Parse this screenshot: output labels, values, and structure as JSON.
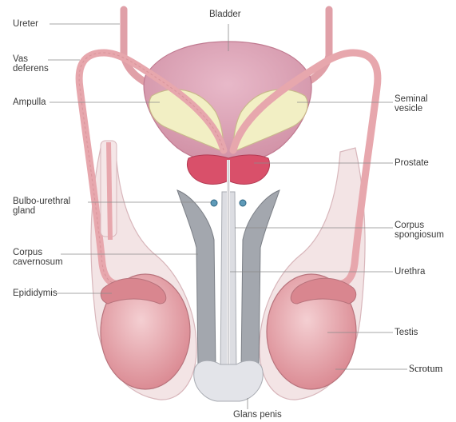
{
  "labels": {
    "ureter": "Ureter",
    "bladder": "Bladder",
    "vas_deferens_1": "Vas",
    "vas_deferens_2": "deferens",
    "ampulla": "Ampulla",
    "seminal_vesicle_1": "Seminal",
    "seminal_vesicle_2": "vesicle",
    "prostate": "Prostate",
    "bulbo_urethral_1": "Bulbo-urethral",
    "bulbo_urethral_2": "gland",
    "corpus_spongiosum_1": "Corpus",
    "corpus_spongiosum_2": "spongiosum",
    "corpus_cavernosum_1": "Corpus",
    "corpus_cavernosum_2": "cavernosum",
    "urethra": "Urethra",
    "epididymis": "Epididymis",
    "testis": "Testis",
    "scrotum": "Scrotum",
    "glans_penis": "Glans penis"
  },
  "colors": {
    "tube_pink": "#e7a7ad",
    "tube_outline": "#c97f88",
    "bladder": "#dba3b6",
    "seminal_vesicle": "#f2efc4",
    "prostate": "#d9506a",
    "cavernosum": "#9a9ea6",
    "spongiosum": "#dcdde2",
    "testis": "#e7a5ad",
    "gland": "#5e9ab8",
    "leader": "#8a8a8a"
  }
}
